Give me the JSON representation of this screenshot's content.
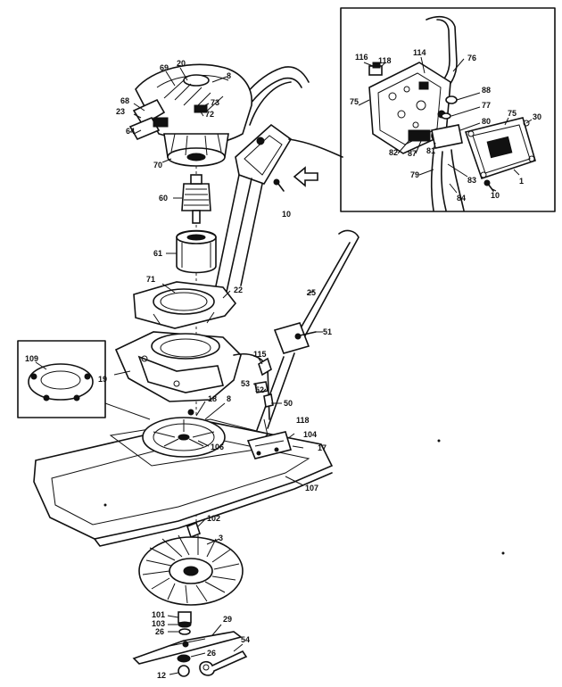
{
  "diagram": {
    "callouts": [
      {
        "id": "c-116",
        "text": "116"
      },
      {
        "id": "c-118-top",
        "text": "118"
      },
      {
        "id": "c-114",
        "text": "114"
      },
      {
        "id": "c-76",
        "text": "76"
      },
      {
        "id": "c-75a",
        "text": "75"
      },
      {
        "id": "c-88",
        "text": "88"
      },
      {
        "id": "c-77",
        "text": "77"
      },
      {
        "id": "c-80",
        "text": "80"
      },
      {
        "id": "c-75b",
        "text": "75"
      },
      {
        "id": "c-30",
        "text": "30"
      },
      {
        "id": "c-82",
        "text": "82"
      },
      {
        "id": "c-87",
        "text": "87"
      },
      {
        "id": "c-81",
        "text": "81"
      },
      {
        "id": "c-83",
        "text": "83"
      },
      {
        "id": "c-79",
        "text": "79"
      },
      {
        "id": "c-84",
        "text": "84"
      },
      {
        "id": "c-10-inset",
        "text": "10"
      },
      {
        "id": "c-1",
        "text": "1"
      },
      {
        "id": "c-69",
        "text": "69"
      },
      {
        "id": "c-20",
        "text": "20"
      },
      {
        "id": "c-8-top",
        "text": "8"
      },
      {
        "id": "c-68",
        "text": "68"
      },
      {
        "id": "c-23",
        "text": "23"
      },
      {
        "id": "c-73",
        "text": "73"
      },
      {
        "id": "c-72",
        "text": "72"
      },
      {
        "id": "c-64",
        "text": "64"
      },
      {
        "id": "c-70",
        "text": "70"
      },
      {
        "id": "c-60",
        "text": "60"
      },
      {
        "id": "c-10",
        "text": "10"
      },
      {
        "id": "c-61",
        "text": "61"
      },
      {
        "id": "c-71",
        "text": "71"
      },
      {
        "id": "c-22",
        "text": "22"
      },
      {
        "id": "c-25",
        "text": "25"
      },
      {
        "id": "c-51",
        "text": "51"
      },
      {
        "id": "c-109",
        "text": "109"
      },
      {
        "id": "c-19",
        "text": "19"
      },
      {
        "id": "c-115",
        "text": "115"
      },
      {
        "id": "c-53",
        "text": "53"
      },
      {
        "id": "c-52",
        "text": "52"
      },
      {
        "id": "c-50",
        "text": "50"
      },
      {
        "id": "c-18",
        "text": "18"
      },
      {
        "id": "c-8-mid",
        "text": "8"
      },
      {
        "id": "c-118",
        "text": "118"
      },
      {
        "id": "c-104",
        "text": "104"
      },
      {
        "id": "c-17",
        "text": "17"
      },
      {
        "id": "c-106",
        "text": "106"
      },
      {
        "id": "c-107",
        "text": "107"
      },
      {
        "id": "c-102",
        "text": "102"
      },
      {
        "id": "c-3",
        "text": "3"
      },
      {
        "id": "c-101",
        "text": "101"
      },
      {
        "id": "c-103",
        "text": "103"
      },
      {
        "id": "c-26a",
        "text": "26"
      },
      {
        "id": "c-29",
        "text": "29"
      },
      {
        "id": "c-54",
        "text": "54"
      },
      {
        "id": "c-26b",
        "text": "26"
      },
      {
        "id": "c-12",
        "text": "12"
      }
    ]
  }
}
